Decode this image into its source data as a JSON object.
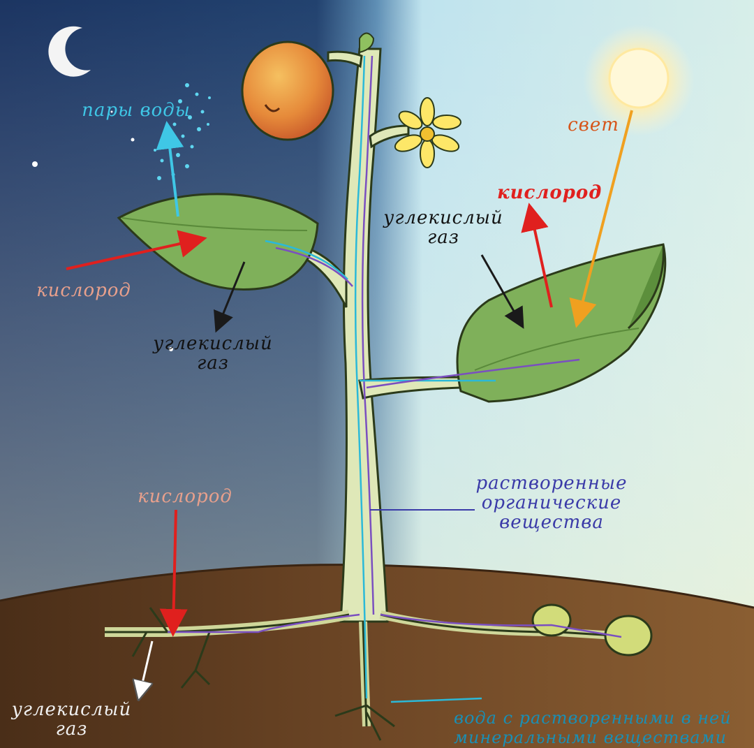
{
  "labels": {
    "water_vapor": "пары воды",
    "oxygen_night_leaf": "кислород",
    "co2_night_leaf": "углекислый\nгаз",
    "light": "свет",
    "oxygen_day_leaf": "кислород",
    "co2_day_leaf": "углекислый\nгаз",
    "organic_substances": "растворенные\nорганические\nвещества",
    "oxygen_root": "кислород",
    "co2_root": "углекислый\nгаз",
    "water_minerals": "вода с растворенными в ней\nминеральными веществами"
  },
  "colors": {
    "night_sky": "#1f3d6b",
    "day_sky": "#cfe9ef",
    "soil": "#6b4424",
    "leaf": "#7fb05a",
    "stem": "#dfe8b8",
    "oxygen_arrow": "#e0201e",
    "co2_arrow": "#1a1a1a",
    "light_arrow": "#f0a020",
    "water_arrow": "#2bb9d8",
    "organic_flow": "#7a4fc0",
    "label_water_vapor": "#3fc7e6",
    "label_light": "#d6551a",
    "label_oxygen_day": "#e0201e",
    "label_oxygen_night": "#e8a08c",
    "label_organic": "#3a3aa8",
    "label_water_minerals": "#1a8fb5"
  },
  "icons": [
    "moon-icon",
    "sun-icon",
    "star-icon",
    "flower-icon",
    "fruit-icon"
  ]
}
